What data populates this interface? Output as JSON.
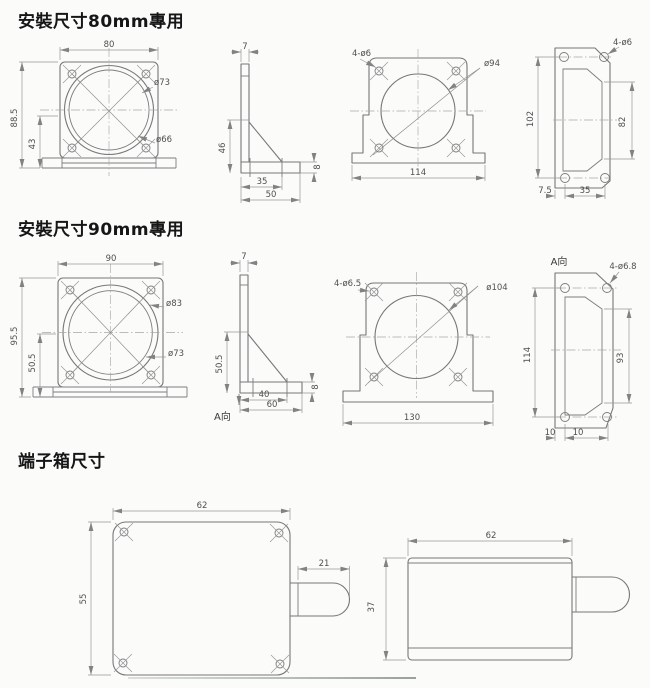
{
  "titles": {
    "t80": "安裝尺寸80mm專用",
    "t90": "安裝尺寸90mm專用",
    "tbox": "端子箱尺寸"
  },
  "d80": {
    "front": {
      "width": "80",
      "height": "88.5",
      "base_height": "43",
      "flange_dia": "ø73",
      "bore_dia": "ø66"
    },
    "bracket": {
      "thickness": "7",
      "height": "46",
      "hole_span": "35",
      "base": "50",
      "base_thk": "8"
    },
    "back": {
      "holes": "4-ø6",
      "body_dia": "ø94",
      "base_width": "114"
    },
    "plate": {
      "holes": "4-ø6",
      "height": "102",
      "window_height": "82",
      "edge_offset": "7.5",
      "hole_span": "35"
    }
  },
  "d90": {
    "front": {
      "width": "90",
      "height": "95.5",
      "base_height": "50.5",
      "flange_dia": "ø83",
      "bore_dia": "ø73"
    },
    "bracket": {
      "thickness": "7",
      "height": "50.5",
      "hole_span": "40",
      "base": "60",
      "base_thk": "8",
      "view_label": "A向"
    },
    "back": {
      "holes": "4-ø6.5",
      "body_dia": "ø104",
      "base_width": "130"
    },
    "plate": {
      "view_label": "A向",
      "holes": "4-ø6.8",
      "height": "114",
      "window_height": "93",
      "edge_offset": "10",
      "hole_span": "10"
    }
  },
  "tbox": {
    "front": {
      "width": "62",
      "height": "55",
      "gland_len": "21"
    },
    "side": {
      "width": "62",
      "height": "37"
    }
  },
  "colors": {
    "paper": "#fbfbfa",
    "line": "#777777",
    "dim_text": "#4f4f4f",
    "heading": "#161616"
  }
}
